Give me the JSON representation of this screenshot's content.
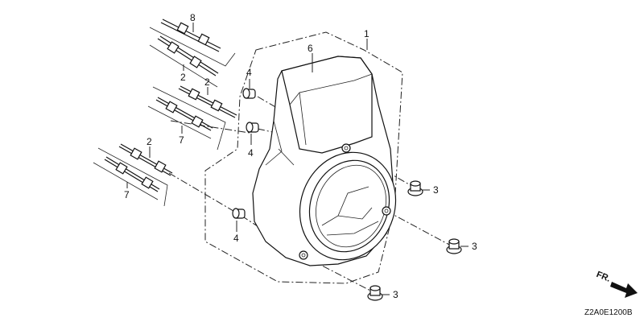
{
  "diagram": {
    "code": "Z2A0E1200B",
    "direction_label": "FR.",
    "callouts": [
      {
        "id": "c1",
        "text": "1"
      },
      {
        "id": "c2a",
        "text": "2"
      },
      {
        "id": "c2b",
        "text": "2"
      },
      {
        "id": "c2c",
        "text": "2"
      },
      {
        "id": "c3a",
        "text": "3"
      },
      {
        "id": "c3b",
        "text": "3"
      },
      {
        "id": "c3c",
        "text": "3"
      },
      {
        "id": "c4a",
        "text": "4"
      },
      {
        "id": "c4b",
        "text": "4"
      },
      {
        "id": "c4c",
        "text": "4"
      },
      {
        "id": "c6",
        "text": "6"
      },
      {
        "id": "c7a",
        "text": "7"
      },
      {
        "id": "c7b",
        "text": "7"
      },
      {
        "id": "c8",
        "text": "8"
      }
    ]
  }
}
